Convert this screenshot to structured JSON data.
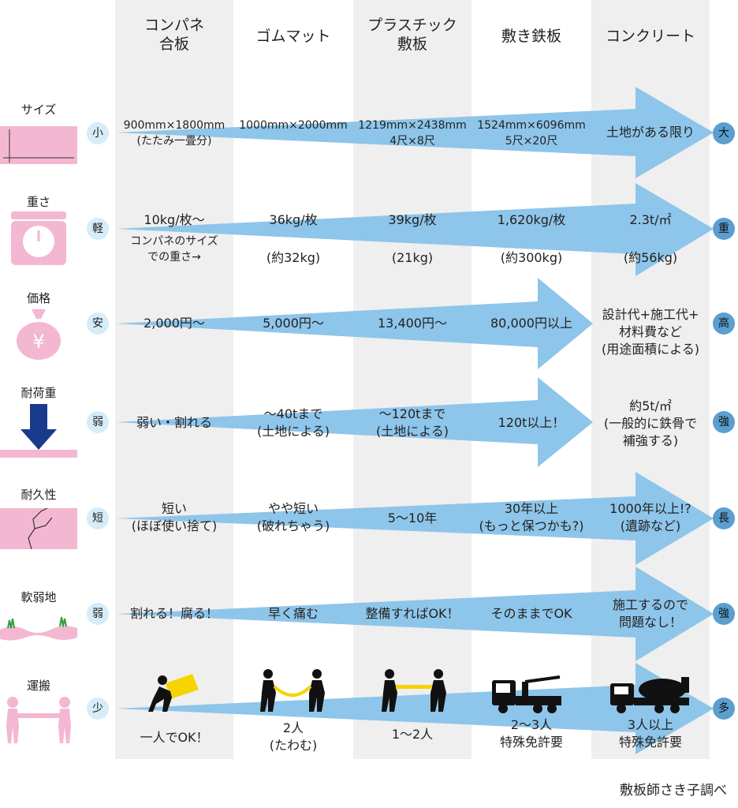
{
  "columns": [
    {
      "label": "コンパネ\n合板"
    },
    {
      "label": "ゴムマット"
    },
    {
      "label": "プラスチック\n敷板"
    },
    {
      "label": "敷き鉄板"
    },
    {
      "label": "コンクリート"
    }
  ],
  "rows": [
    {
      "label": "サイズ",
      "low": "小",
      "high": "大",
      "icon": "sheet-size-icon",
      "cells": [
        "900mm×1800mm\n(たたみ一畳分)",
        "1000mm×2000mm",
        "1219mm×2438mm\n4尺×8尺",
        "1524mm×6096mm\n5尺×20尺",
        "土地がある限り"
      ]
    },
    {
      "label": "重さ",
      "low": "軽",
      "high": "重",
      "icon": "scale-icon",
      "cells": [
        "10kg/枚〜",
        "36kg/枚",
        "39kg/枚",
        "1,620kg/枚",
        "2.3t/㎡"
      ],
      "sub": [
        "コンパネのサイズ\nでの重さ→",
        "(約32kg)",
        "(21kg)",
        "(約300kg)",
        "(約56kg)"
      ]
    },
    {
      "label": "価格",
      "low": "安",
      "high": "高",
      "icon": "money-bag-icon",
      "cells": [
        "2,000円〜",
        "5,000円〜",
        "13,400円〜",
        "80,000円以上",
        "設計代+施工代+\n材料費など\n(用途面積による)"
      ]
    },
    {
      "label": "耐荷重",
      "low": "弱",
      "high": "強",
      "icon": "load-arrow-icon",
      "cells": [
        "弱い・割れる",
        "〜40tまで\n(土地による)",
        "〜120tまで\n(土地による)",
        "120t以上！",
        "約5t/㎡\n(一般的に鉄骨で\n補強する)"
      ]
    },
    {
      "label": "耐久性",
      "low": "短",
      "high": "長",
      "icon": "cracked-sheet-icon",
      "cells": [
        "短い\n(ほぼ使い捨て)",
        "やや短い\n(破れちゃう)",
        "5〜10年",
        "30年以上\n(もっと保つかも?)",
        "1000年以上!?\n(遺跡など)"
      ]
    },
    {
      "label": "軟弱地",
      "low": "弱",
      "high": "強",
      "icon": "soft-ground-icon",
      "cells": [
        "割れる！腐る！",
        "早く痛む",
        "整備すればOK！",
        "そのままでOK",
        "施工するので\n問題なし！"
      ]
    },
    {
      "label": "運搬",
      "low": "少",
      "high": "多",
      "icon": "carry-people-icon",
      "cells": [
        "一人でOK！",
        "2人\n(たわむ)",
        "1〜2人",
        "2〜3人\n特殊免許要",
        "3人以上\n特殊免許要"
      ]
    }
  ],
  "credit": "敷板師さき子調べ",
  "colors": {
    "stripe": "#efefef",
    "arrow": "#8ec5ea",
    "arrow_light": "#b5daf2",
    "pink": "#f4b7d1",
    "navy": "#1a3a8c",
    "high_circle": "#5a9fd0",
    "low_circle": "#d6ecf8"
  }
}
